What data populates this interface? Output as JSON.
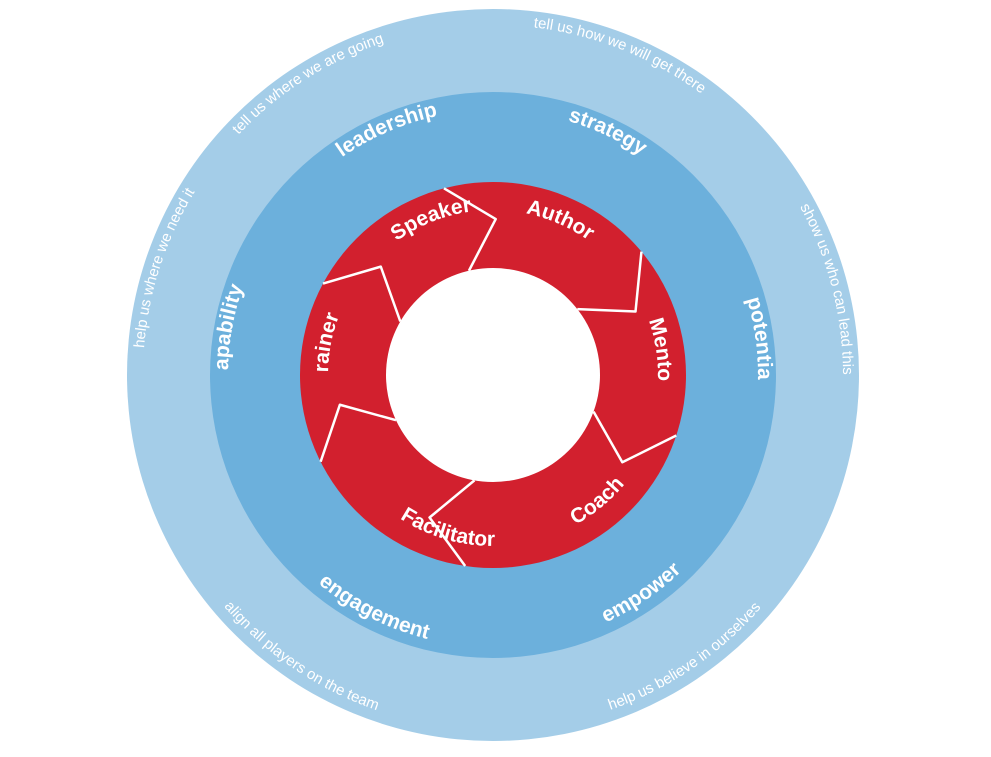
{
  "colors": {
    "outer_ring": "#a4cde8",
    "middle_ring": "#6cb0dc",
    "inner_ring": "#d2202e",
    "center": "#ffffff",
    "divider": "#ffffff",
    "text": "#ffffff"
  },
  "outer_ring": {
    "phrases": [
      "tell us where we are going",
      "tell us how we will get there",
      "show us who can lead this",
      "help us believe in ourselves",
      "align all players on the team",
      "help us where we need it"
    ]
  },
  "middle_ring": {
    "words": [
      "leadership",
      "strategy",
      "potential",
      "empower",
      "engagement",
      "capability"
    ]
  },
  "inner_ring": {
    "roles": [
      "Speaker",
      "Author",
      "Mentor",
      "Coach",
      "Facilitator",
      "Trainer"
    ]
  }
}
